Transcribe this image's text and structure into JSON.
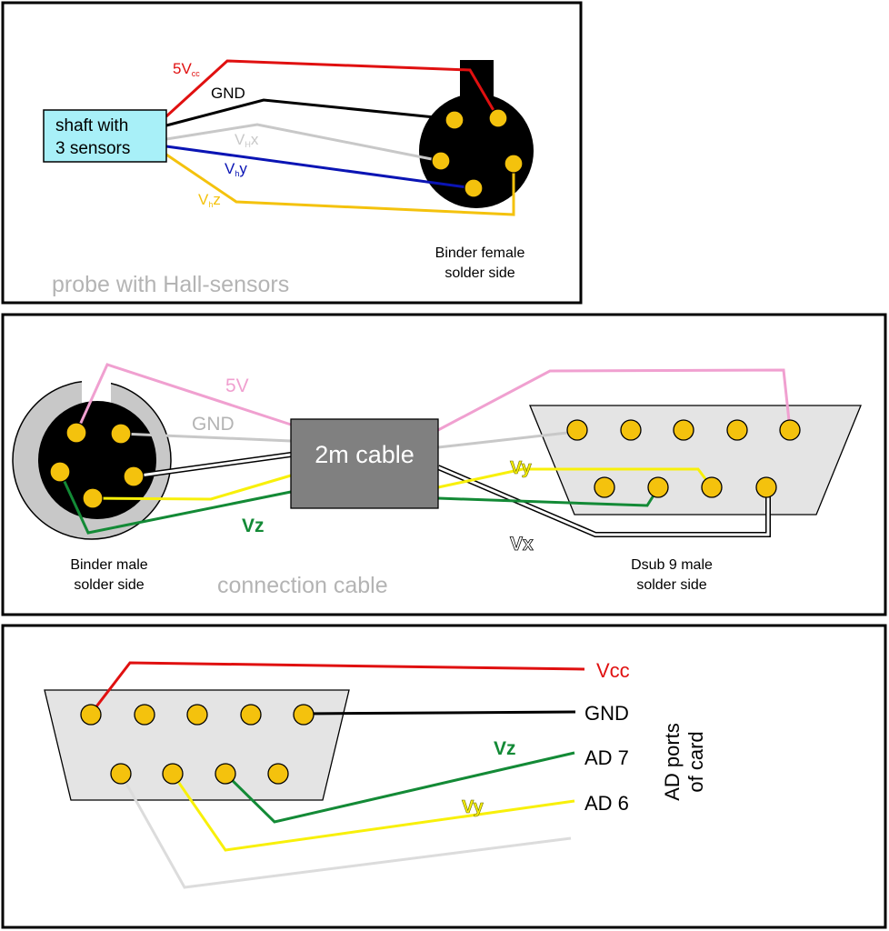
{
  "panels": {
    "probe": {
      "caption": "probe with Hall-sensors",
      "shaft_label_line1": "shaft with",
      "shaft_label_line2": "3 sensors",
      "connector_label_line1": "Binder female",
      "connector_label_line2": "solder side",
      "wires": {
        "vcc": {
          "main": "5V",
          "sub": "cc"
        },
        "gnd": {
          "main": "GND"
        },
        "vhx": {
          "main": "V",
          "sub": "H",
          "suffix": "x"
        },
        "vhy": {
          "main": "V",
          "sub": "h",
          "suffix": "y"
        },
        "vhz": {
          "main": "V",
          "sub": "h",
          "suffix": "z"
        }
      }
    },
    "cable": {
      "caption": "connection cable",
      "cable_label": "2m cable",
      "binder_label_line1": "Binder male",
      "binder_label_line2": "solder side",
      "dsub_label_line1": "Dsub 9 male",
      "dsub_label_line2": "solder side",
      "wires": {
        "v5": "5V",
        "gnd": "GND",
        "vy": "Vy",
        "vz": "Vz",
        "vx": "Vx"
      }
    },
    "card": {
      "side_label_line1": "AD ports",
      "side_label_line2": "of card",
      "ports": {
        "vcc": "Vcc",
        "gnd": "GND",
        "ad7": "AD 7",
        "ad6": "AD 6"
      },
      "wires": {
        "vz": "Vz",
        "vy": "Vy"
      }
    }
  },
  "colors": {
    "red": "#e01010",
    "black": "#000000",
    "lightgray": "#c8c8c8",
    "blue": "#0a14b4",
    "gold": "#f4c20d",
    "yellow": "#f8f00a",
    "pink": "#f0a0d0",
    "green": "#138a36",
    "cyan": "#a8f0f8",
    "cable_gray": "#808080",
    "dsub_gray": "#e4e4e4",
    "caption_gray": "#b4b4b4"
  }
}
